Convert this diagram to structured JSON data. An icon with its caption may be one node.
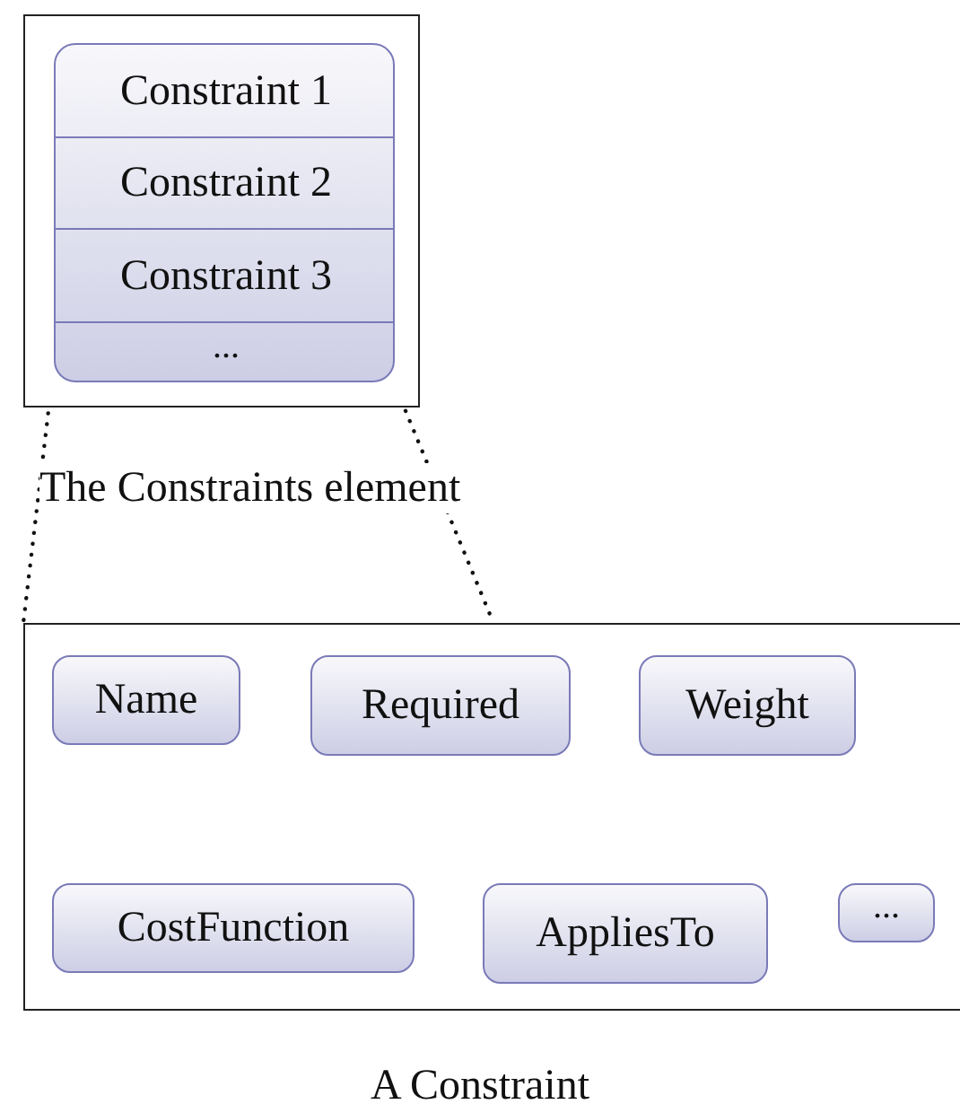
{
  "diagram": {
    "nodes": [
      {
        "text": [],
        "shape": "box",
        "beside": [
          "The Constraints element"
        ]
      },
      {
        "text": [],
        "shape": "box",
        "in": 0
      },
      {
        "text": [
          "Constraint 1"
        ],
        "in": 1
      },
      {
        "text": [
          "Constraint 2"
        ],
        "in": 1
      },
      {
        "text": [
          "Constraint 3"
        ],
        "in": 1
      },
      {
        "text": [
          "..."
        ],
        "in": 1
      },
      {
        "text": [],
        "shape": "box",
        "beside": [
          "A Constraint"
        ]
      },
      {
        "text": [
          "Name"
        ],
        "in": 6
      },
      {
        "text": [
          "Required"
        ],
        "in": 6
      },
      {
        "text": [
          "Weight"
        ],
        "in": 6
      },
      {
        "text": [
          "CostFunction"
        ],
        "in": 6
      },
      {
        "text": [
          "AppliesTo"
        ],
        "in": 6
      },
      {
        "text": [
          "..."
        ],
        "in": 6
      }
    ],
    "edges": [
      {
        "from": 1,
        "to": 6,
        "arrow": "none",
        "style": "dashed"
      },
      {
        "from": 1,
        "to": 6,
        "arrow": "none",
        "style": "dashed"
      }
    ]
  }
}
